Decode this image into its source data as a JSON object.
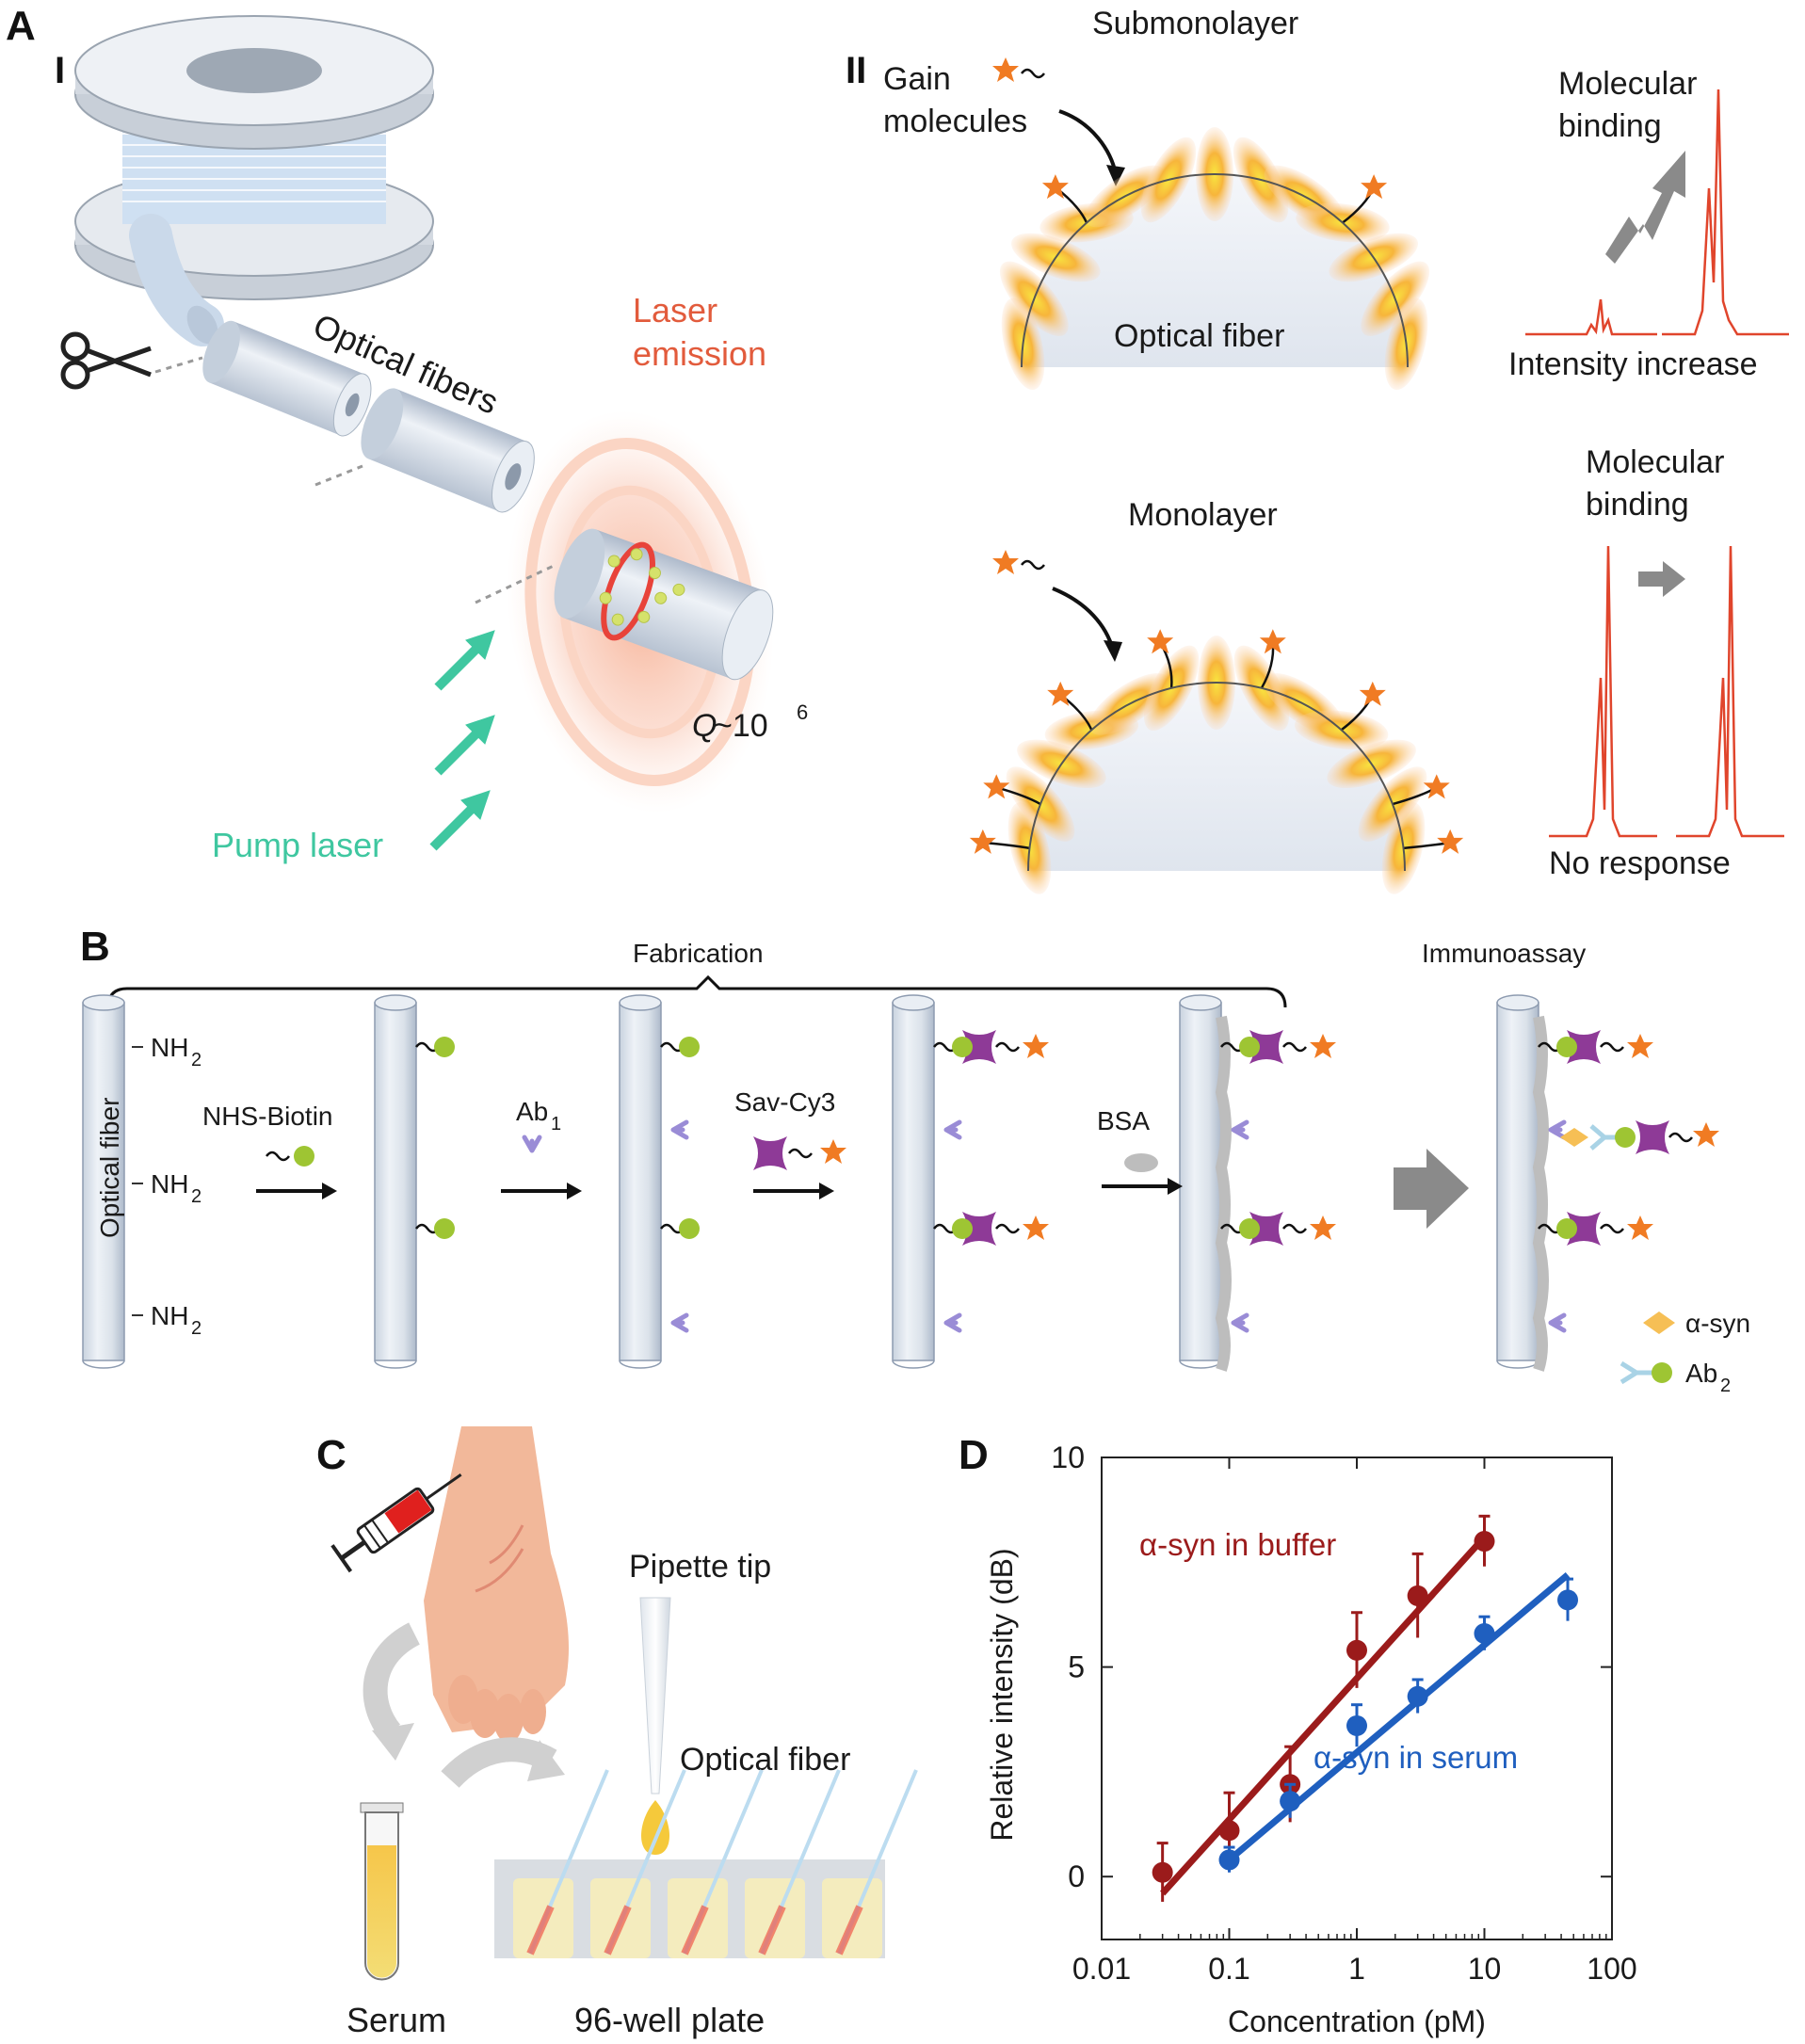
{
  "panelA": {
    "letter": "A",
    "sub1": "I",
    "sub2": "II",
    "optical_fibers": "Optical fibers",
    "laser_emission_1": "Laser",
    "laser_emission_2": "emission",
    "q_prefix": "Q",
    "q_value": " ~10",
    "q_exp": "6",
    "pump_laser": "Pump laser",
    "submonolayer": "Submonolayer",
    "gain_1": "Gain",
    "gain_2": "molecules",
    "optical_fiber": "Optical fiber",
    "molbind_1": "Molecular",
    "molbind_2": "binding",
    "intensity_increase": "Intensity increase",
    "monolayer": "Monolayer",
    "no_response": "No response"
  },
  "panelB": {
    "letter": "B",
    "fabrication": "Fabrication",
    "immunoassay": "Immunoassay",
    "optical_fiber": "Optical fiber",
    "nh2": "NH",
    "nh2_sub": "2",
    "nhs_biotin": "NHS-Biotin",
    "ab1": "Ab",
    "ab1_sub": "1",
    "sav_cy3": "Sav-Cy3",
    "bsa": "BSA",
    "asyn": "α-syn",
    "ab2": "Ab",
    "ab2_sub": "2"
  },
  "panelC": {
    "letter": "C",
    "pipette_tip": "Pipette tip",
    "optical_fiber": "Optical fiber",
    "serum": "Serum",
    "plate": "96-well plate"
  },
  "panelD": {
    "letter": "D",
    "chart_data": {
      "type": "scatter",
      "xlabel": "Concentration (pM)",
      "ylabel": "Relative intensity (dB)",
      "xscale": "log",
      "xlim": [
        0.01,
        100
      ],
      "ylim": [
        -1.5,
        10
      ],
      "xticks": [
        "0.01",
        "0.1",
        "1",
        "10",
        "100"
      ],
      "yticks": [
        "0",
        "5",
        "10"
      ],
      "series": [
        {
          "name": "α-syn in buffer",
          "color": "#9b1b1b",
          "x": [
            0.03,
            0.1,
            0.3,
            1,
            3,
            10
          ],
          "y": [
            0.1,
            1.1,
            2.2,
            5.4,
            6.7,
            8.0
          ],
          "err": [
            0.7,
            0.9,
            0.9,
            0.9,
            1.0,
            0.6
          ],
          "fit": [
            [
              0.03,
              -0.4
            ],
            [
              10,
              8.1
            ]
          ]
        },
        {
          "name": "α-syn in serum",
          "color": "#1f5fbf",
          "x": [
            0.1,
            0.3,
            1,
            3,
            10,
            45
          ],
          "y": [
            0.4,
            1.8,
            3.6,
            4.3,
            5.8,
            6.6
          ],
          "err": [
            0.3,
            0.4,
            0.5,
            0.4,
            0.4,
            0.5
          ],
          "fit": [
            [
              0.1,
              0.4
            ],
            [
              45,
              7.2
            ]
          ]
        }
      ]
    }
  }
}
